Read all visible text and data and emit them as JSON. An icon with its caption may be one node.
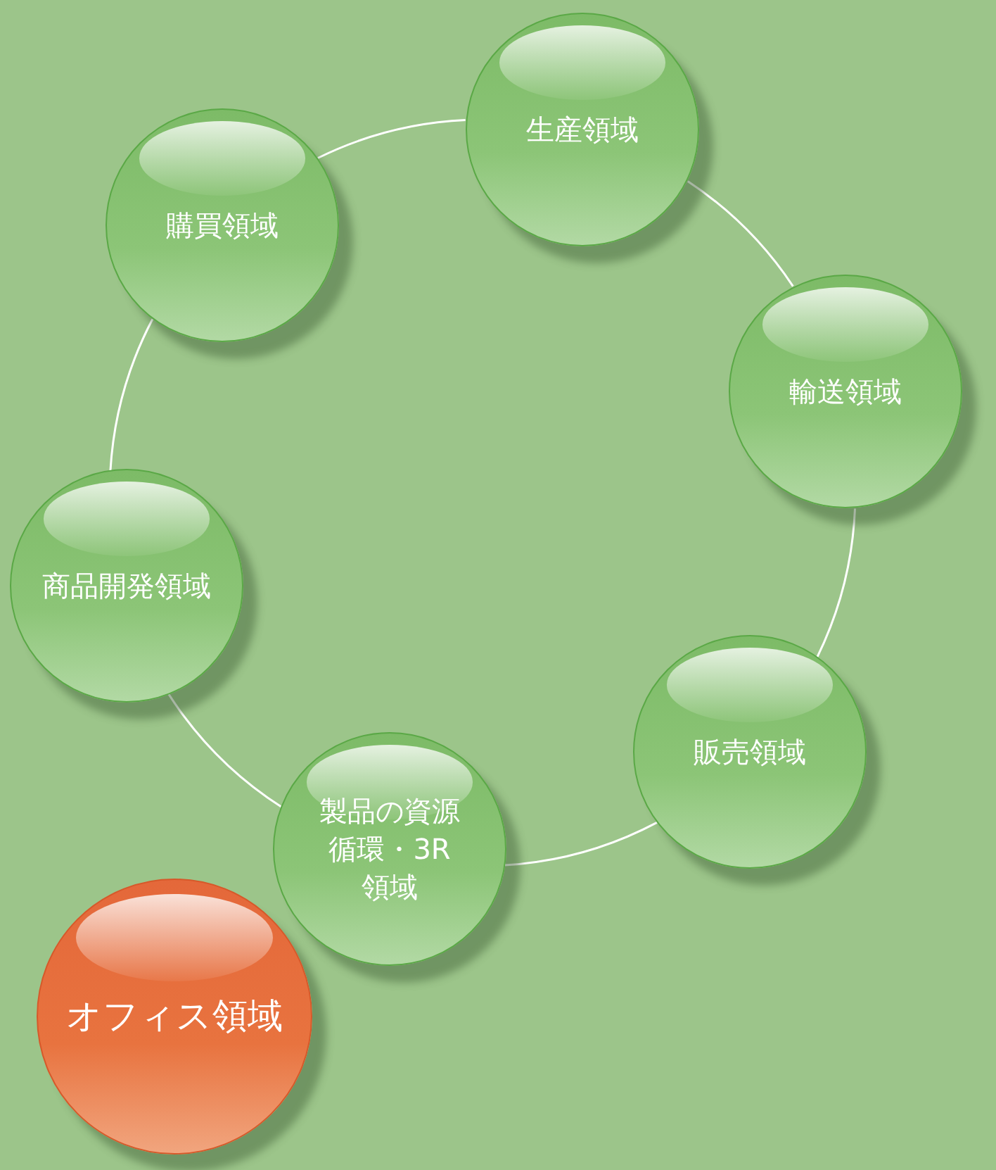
{
  "diagram": {
    "nodes": [
      {
        "text": [
          "生産領域"
        ]
      },
      {
        "text": [
          "購買領域"
        ]
      },
      {
        "text": [
          "輸送領域"
        ]
      },
      {
        "text": [
          "商品開発領域"
        ]
      },
      {
        "text": [
          "販売領域"
        ]
      },
      {
        "text": [
          "製品の資源循環・3R領域"
        ]
      },
      {
        "text": [
          "オフィス領域"
        ]
      }
    ],
    "edges": [
      {
        "from": 1,
        "to": 0,
        "arrow": "none"
      },
      {
        "from": 0,
        "to": 2,
        "arrow": "none"
      },
      {
        "from": 2,
        "to": 4,
        "arrow": "none"
      },
      {
        "from": 4,
        "to": 5,
        "arrow": "none"
      },
      {
        "from": 5,
        "to": 3,
        "arrow": "none"
      },
      {
        "from": 3,
        "to": 1,
        "arrow": "none"
      }
    ]
  }
}
